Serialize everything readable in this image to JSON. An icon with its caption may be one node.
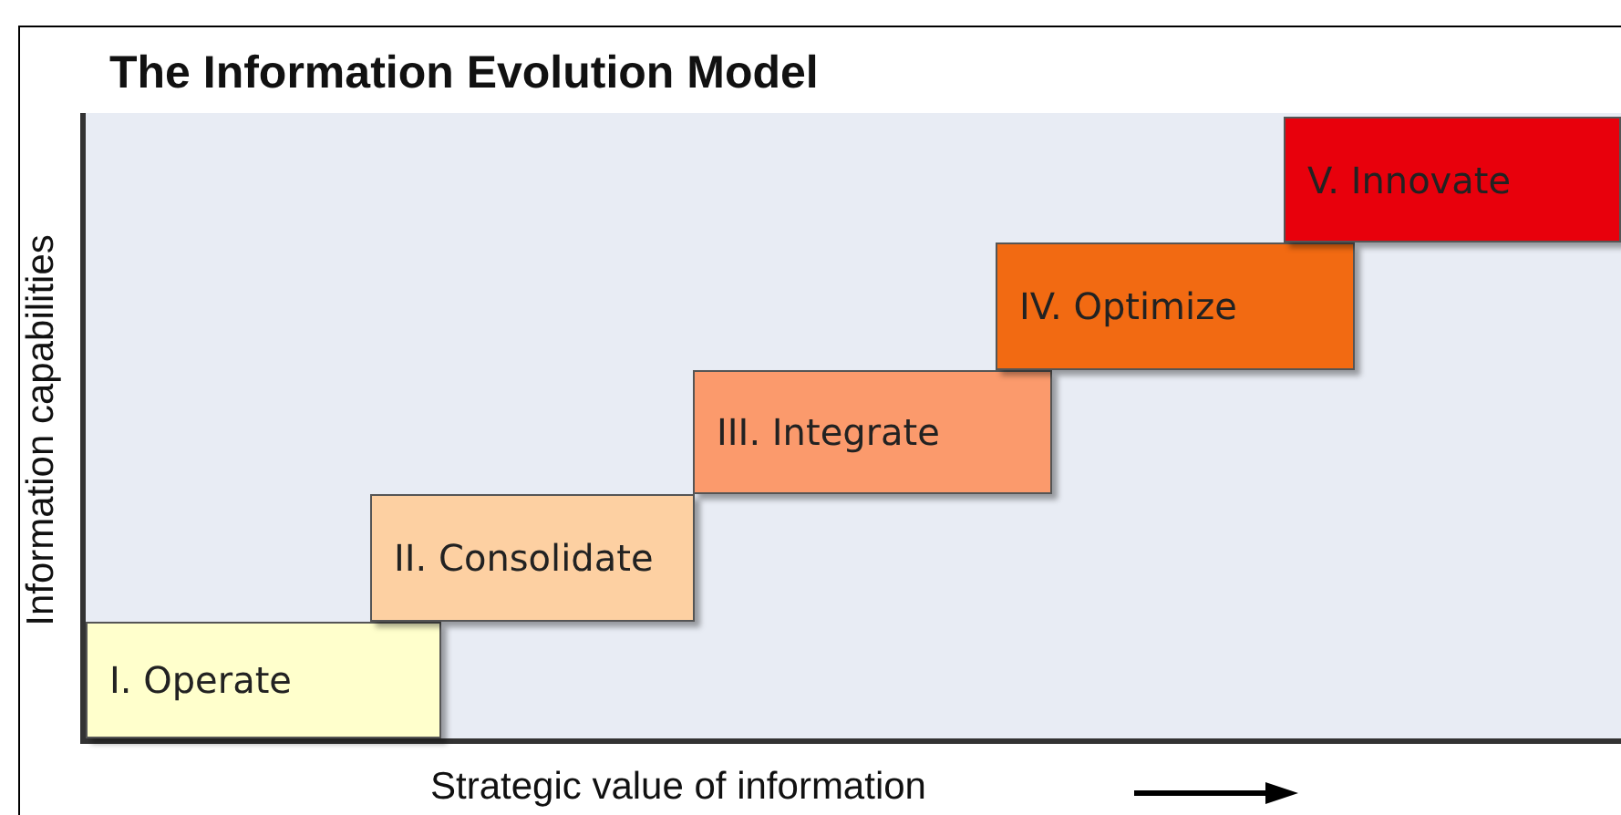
{
  "diagram": {
    "title": "The Information Evolution Model",
    "nodes": [
      {
        "text": [
          "I. Operate"
        ]
      },
      {
        "text": [
          "II. Consolidate"
        ]
      },
      {
        "text": [
          "III. Integrate"
        ]
      },
      {
        "text": [
          "IV. Optimize"
        ]
      },
      {
        "text": [
          "V. Innovate"
        ]
      }
    ],
    "labels": [
      "Information capabilities",
      "Strategic value of information"
    ]
  }
}
